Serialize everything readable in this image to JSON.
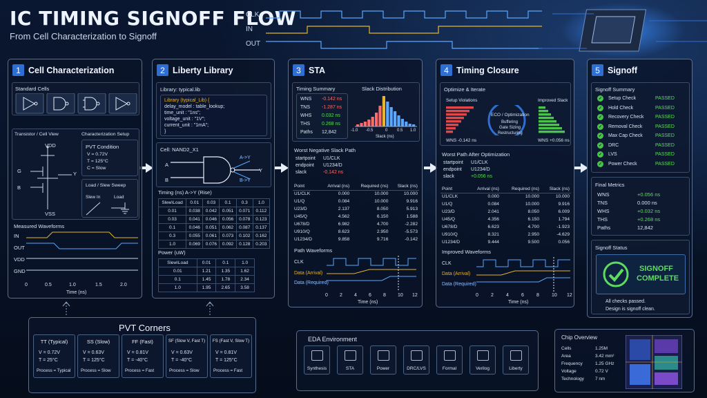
{
  "header": {
    "title": "IC TIMING SIGNOFF FLOW",
    "subtitle": "From Cell Characterization to Signoff",
    "waveforms": [
      "CLK",
      "IN",
      "OUT"
    ]
  },
  "colors": {
    "accent": "#2f6fd4",
    "pass": "#5fdc5f",
    "fail": "#ff6b6b",
    "arrival": "#e8b52b",
    "required": "#5aa7ff"
  },
  "panel1": {
    "num": "1",
    "title": "Cell Characterization",
    "std_cells_label": "Standard Cells",
    "cell_icons": [
      "inverter-icon",
      "nand-gate-icon",
      "flip-flop-icon",
      "buffer-icon"
    ],
    "transistor_label": "Transistor / Cell View",
    "vdd": "VDD",
    "vss": "VSS",
    "g": "G",
    "b": "B",
    "y": "Y",
    "setup_label": "Characterization Setup",
    "pvt_title": "PVT Condition",
    "pvt_lines": [
      "V  = 0.72V",
      "T  = 125°C",
      "C  = Slow"
    ],
    "load_title": "Load / Slew Sweep",
    "slew_in": "Slew In",
    "load": "Load",
    "meas_label": "Measured Waveforms",
    "wave_labels": [
      "IN",
      "OUT",
      "VDD",
      "GND"
    ],
    "xticks": [
      "0",
      "0.5",
      "1.0",
      "1.5",
      "2.0"
    ],
    "xlabel": "Time (ns)"
  },
  "panel2": {
    "num": "2",
    "title": "Liberty Library",
    "lib_label": "Library: typical.lib",
    "code": [
      "Library (typical_Lib) {",
      "  delay_model   :  table_lookup;",
      "  time_unit      :  \"1ns\";",
      "  voltage_unit   :  \"1V\";",
      "  current_unit   :  \"1mA\";",
      "}"
    ],
    "cell_label": "Cell: NAND2_X1",
    "pins": [
      "A",
      "B",
      "Y"
    ],
    "arcs": [
      "A->Y",
      "B->Y"
    ],
    "timing_label": "Timing (ns)    A->Y   (Rise)",
    "timing_header": [
      "Slew\\Load",
      "0.01",
      "0.03",
      "0.1",
      "0.3",
      "1.0"
    ],
    "timing_rows": [
      [
        "0.01",
        "0.038",
        "0.042",
        "0.051",
        "0.071",
        "0.112"
      ],
      [
        "0.03",
        "0.041",
        "0.046",
        "0.056",
        "0.078",
        "0.123"
      ],
      [
        "0.1",
        "0.046",
        "0.051",
        "0.062",
        "0.087",
        "0.137"
      ],
      [
        "0.3",
        "0.055",
        "0.061",
        "0.073",
        "0.102",
        "0.162"
      ],
      [
        "1.0",
        "0.069",
        "0.076",
        "0.092",
        "0.128",
        "0.203"
      ]
    ],
    "power_label": "Power (uW)",
    "power_header": [
      "Slew\\Load",
      "0.01",
      "0.1",
      "1.0"
    ],
    "power_rows": [
      [
        "0.01",
        "1.21",
        "1.35",
        "1.62"
      ],
      [
        "0.1",
        "1.45",
        "1.78",
        "2.34"
      ],
      [
        "1.0",
        "1.95",
        "2.65",
        "3.58"
      ]
    ]
  },
  "panel3": {
    "num": "3",
    "title": "STA",
    "summary_label": "Timing Summary",
    "summary": [
      {
        "k": "WNS",
        "v": "-0.142 ns",
        "c": "red"
      },
      {
        "k": "TNS",
        "v": "-1.287 ns",
        "c": "red"
      },
      {
        "k": "WHS",
        "v": "0.032 ns",
        "c": "green"
      },
      {
        "k": "THS",
        "v": "0.268 ns",
        "c": "green"
      },
      {
        "k": "Paths",
        "v": "12,842",
        "c": ""
      }
    ],
    "slack_label": "Slack Distribution",
    "slack_xticks": [
      "-1.0",
      "-0.5",
      "0",
      "0.5",
      "1.0"
    ],
    "slack_xlabel": "Slack (ns)",
    "wns_path_label": "Worst Negative Slack Path",
    "path_info": [
      {
        "k": "startpoint",
        "v": "U1/CLK"
      },
      {
        "k": "endpoint",
        "v": "U1234/D"
      },
      {
        "k": "slack",
        "v": "-0.142 ns"
      }
    ],
    "table_header": [
      "Point",
      "Arrival (ns)",
      "Required (ns)",
      "Slack (ns)"
    ],
    "table_rows": [
      [
        "U1/CLK",
        "0.000",
        "10.000",
        "10.000"
      ],
      [
        "U1/Q",
        "0.084",
        "10.000",
        "9.916"
      ],
      [
        "U23/D",
        "2.137",
        "8.050",
        "5.913"
      ],
      [
        "U45/Q",
        "4.562",
        "6.150",
        "1.588"
      ],
      [
        "U678/D",
        "6.982",
        "4.700",
        "-2.282"
      ],
      [
        "U910/Q",
        "8.623",
        "2.950",
        "-5.573"
      ],
      [
        "U1234/D",
        "9.858",
        "9.716",
        "-0.142"
      ]
    ],
    "wave_label": "Path Waveforms",
    "wave_names": [
      "CLK",
      "Data (Arrival)",
      "Data (Required)"
    ],
    "xticks": [
      "0",
      "2",
      "4",
      "6",
      "8",
      "10",
      "12"
    ],
    "xlabel": "Time (ns)"
  },
  "panel4": {
    "num": "4",
    "title": "Timing Closure",
    "optimize_label": "Optimize & Iterate",
    "setup_viol": "Setup Violations",
    "improved_slack": "Improved Slack",
    "eco_title": "ECO / Optimization",
    "eco_lines": [
      "Buffering",
      "Gate Sizing",
      "Restructuring"
    ],
    "wns_before": "WNS -0.142 ns",
    "wns_after": "WNS +0.056 ns",
    "worst_label": "Worst Path After Optimization",
    "path_info": [
      {
        "k": "startpoint",
        "v": "U1/CLK"
      },
      {
        "k": "endpoint",
        "v": "U1234/D"
      },
      {
        "k": "slack",
        "v": "+0.056 ns"
      }
    ],
    "table_header": [
      "Point",
      "Arrival (ns)",
      "Required (ns)",
      "Slack (ns)"
    ],
    "table_rows": [
      [
        "U1/CLK",
        "0.000",
        "10.000",
        "10.000"
      ],
      [
        "U1/Q",
        "0.084",
        "10.000",
        "9.916"
      ],
      [
        "U23/D",
        "2.041",
        "8.050",
        "6.009"
      ],
      [
        "U45/Q",
        "4.356",
        "6.150",
        "1.794"
      ],
      [
        "U678/D",
        "6.623",
        "4.700",
        "-1.923"
      ],
      [
        "U910/Q",
        "8.321",
        "2.950",
        "-4.629"
      ],
      [
        "U1234/D",
        "9.444",
        "9.500",
        "0.056"
      ]
    ],
    "wave_label": "Improved Waveforms",
    "wave_names": [
      "CLK",
      "Data (Arrival)",
      "Data (Required)"
    ],
    "xticks": [
      "0",
      "2",
      "4",
      "6",
      "8",
      "10",
      "12"
    ],
    "xlabel": "Time (ns)"
  },
  "panel5": {
    "num": "5",
    "title": "Signoff",
    "summary_label": "Signoff Summary",
    "checks": [
      {
        "k": "Setup Check",
        "v": "PASSED"
      },
      {
        "k": "Hold Check",
        "v": "PASSED"
      },
      {
        "k": "Recovery Check",
        "v": "PASSED"
      },
      {
        "k": "Removal Check",
        "v": "PASSED"
      },
      {
        "k": "Max Cap Check",
        "v": "PASSED"
      },
      {
        "k": "DRC",
        "v": "PASSED"
      },
      {
        "k": "LVS",
        "v": "PASSED"
      },
      {
        "k": "Power Check",
        "v": "PASSED"
      }
    ],
    "metrics_label": "Final Metrics",
    "metrics": [
      {
        "k": "WNS",
        "v": "+0.056 ns",
        "c": "green"
      },
      {
        "k": "TNS",
        "v": "0.000 ns",
        "c": ""
      },
      {
        "k": "WHS",
        "v": "+0.032 ns",
        "c": "green"
      },
      {
        "k": "THS",
        "v": "+0.268 ns",
        "c": "green"
      },
      {
        "k": "Paths",
        "v": "12,842",
        "c": ""
      }
    ],
    "status_label": "Signoff Status",
    "status_lines": [
      "SIGNOFF",
      "COMPLETE"
    ],
    "status_notes": [
      "All checks passed.",
      "Design is signoff clean."
    ]
  },
  "pvt": {
    "title": "PVT Corners",
    "corners": [
      {
        "name": "TT (Typical)",
        "v": "V   = 0.72V",
        "t": "T   = 25°C",
        "p": "Process = Typical"
      },
      {
        "name": "SS (Slow)",
        "v": "V   = 0.63V",
        "t": "T   = 125°C",
        "p": "Process = Slow"
      },
      {
        "name": "FF (Fast)",
        "v": "V   = 0.81V",
        "t": "T   = -40°C",
        "p": "Process = Fast"
      },
      {
        "name": "SF (Slow V, Fast T)",
        "v": "V   = 0.63V",
        "t": "T   = -40°C",
        "p": "Process = Slow"
      },
      {
        "name": "FS (Fast V, Slow T)",
        "v": "V   = 0.81V",
        "t": "T   = 125°C",
        "p": "Process = Fast"
      }
    ]
  },
  "eda": {
    "title": "EDA Environment",
    "tools": [
      {
        "name": "Synthesis",
        "icon": "synthesis-icon"
      },
      {
        "name": "STA",
        "icon": "sta-icon"
      },
      {
        "name": "Power",
        "icon": "power-icon"
      },
      {
        "name": "DRC/LVS",
        "icon": "drc-lvs-icon"
      },
      {
        "name": "Formal",
        "icon": "formal-icon"
      },
      {
        "name": "Verilog",
        "icon": "verilog-icon"
      },
      {
        "name": "Liberty",
        "icon": "liberty-icon"
      }
    ]
  },
  "chip": {
    "title": "Chip Overview",
    "rows": [
      {
        "k": "Cells",
        "v": "1.25M"
      },
      {
        "k": "Area",
        "v": "3.42 mm²"
      },
      {
        "k": "Frequency",
        "v": "1.25 GHz"
      },
      {
        "k": "Voltage",
        "v": "0.72 V"
      },
      {
        "k": "Technology",
        "v": "7 nm"
      }
    ]
  }
}
